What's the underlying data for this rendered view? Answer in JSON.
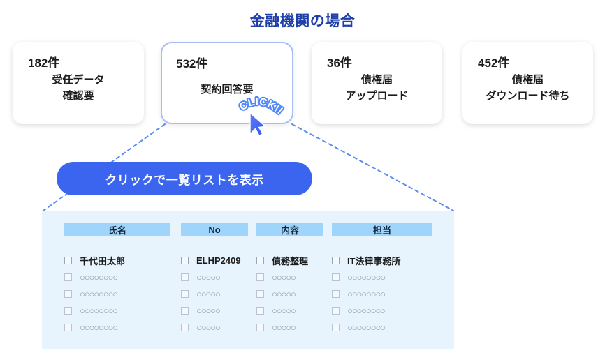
{
  "title": "金融機関の場合",
  "colors": {
    "title": "#1f3fa8",
    "accent": "#3b64ef",
    "card_highlight_border": "#a8bdf3",
    "panel_bg": "#e8f4fd",
    "table_header_bg": "#9fd5fa",
    "connector": "#5b8df4"
  },
  "cards": [
    {
      "count": "182件",
      "lines": [
        "受任データ",
        "確認要"
      ],
      "highlighted": false
    },
    {
      "count": "532件",
      "lines": [
        "契約回答要"
      ],
      "highlighted": true
    },
    {
      "count": "36件",
      "lines": [
        "債権届",
        "アップロード"
      ],
      "highlighted": false
    },
    {
      "count": "452件",
      "lines": [
        "債権届",
        "ダウンロード待ち"
      ],
      "highlighted": false
    }
  ],
  "click_badge": {
    "label": "CLICK!!",
    "cursor_icon": "mouse-pointer-icon"
  },
  "pill_button": {
    "label": "クリックで一覧リストを表示"
  },
  "list_panel": {
    "headers": [
      "氏名",
      "No",
      "内容",
      "担当"
    ],
    "first_row": [
      "千代田太郎",
      "ELHP2409",
      "債務整理",
      "IT法律事務所"
    ],
    "placeholder_rows": [
      [
        "○○○○○○○○",
        "○○○○○",
        "○○○○○",
        "○○○○○○○○"
      ],
      [
        "○○○○○○○○",
        "○○○○○",
        "○○○○○",
        "○○○○○○○○"
      ],
      [
        "○○○○○○○○",
        "○○○○○",
        "○○○○○",
        "○○○○○○○○"
      ],
      [
        "○○○○○○○○",
        "○○○○○",
        "○○○○○",
        "○○○○○○○○"
      ]
    ],
    "checkbox_icon": "checkbox-unchecked-icon"
  }
}
